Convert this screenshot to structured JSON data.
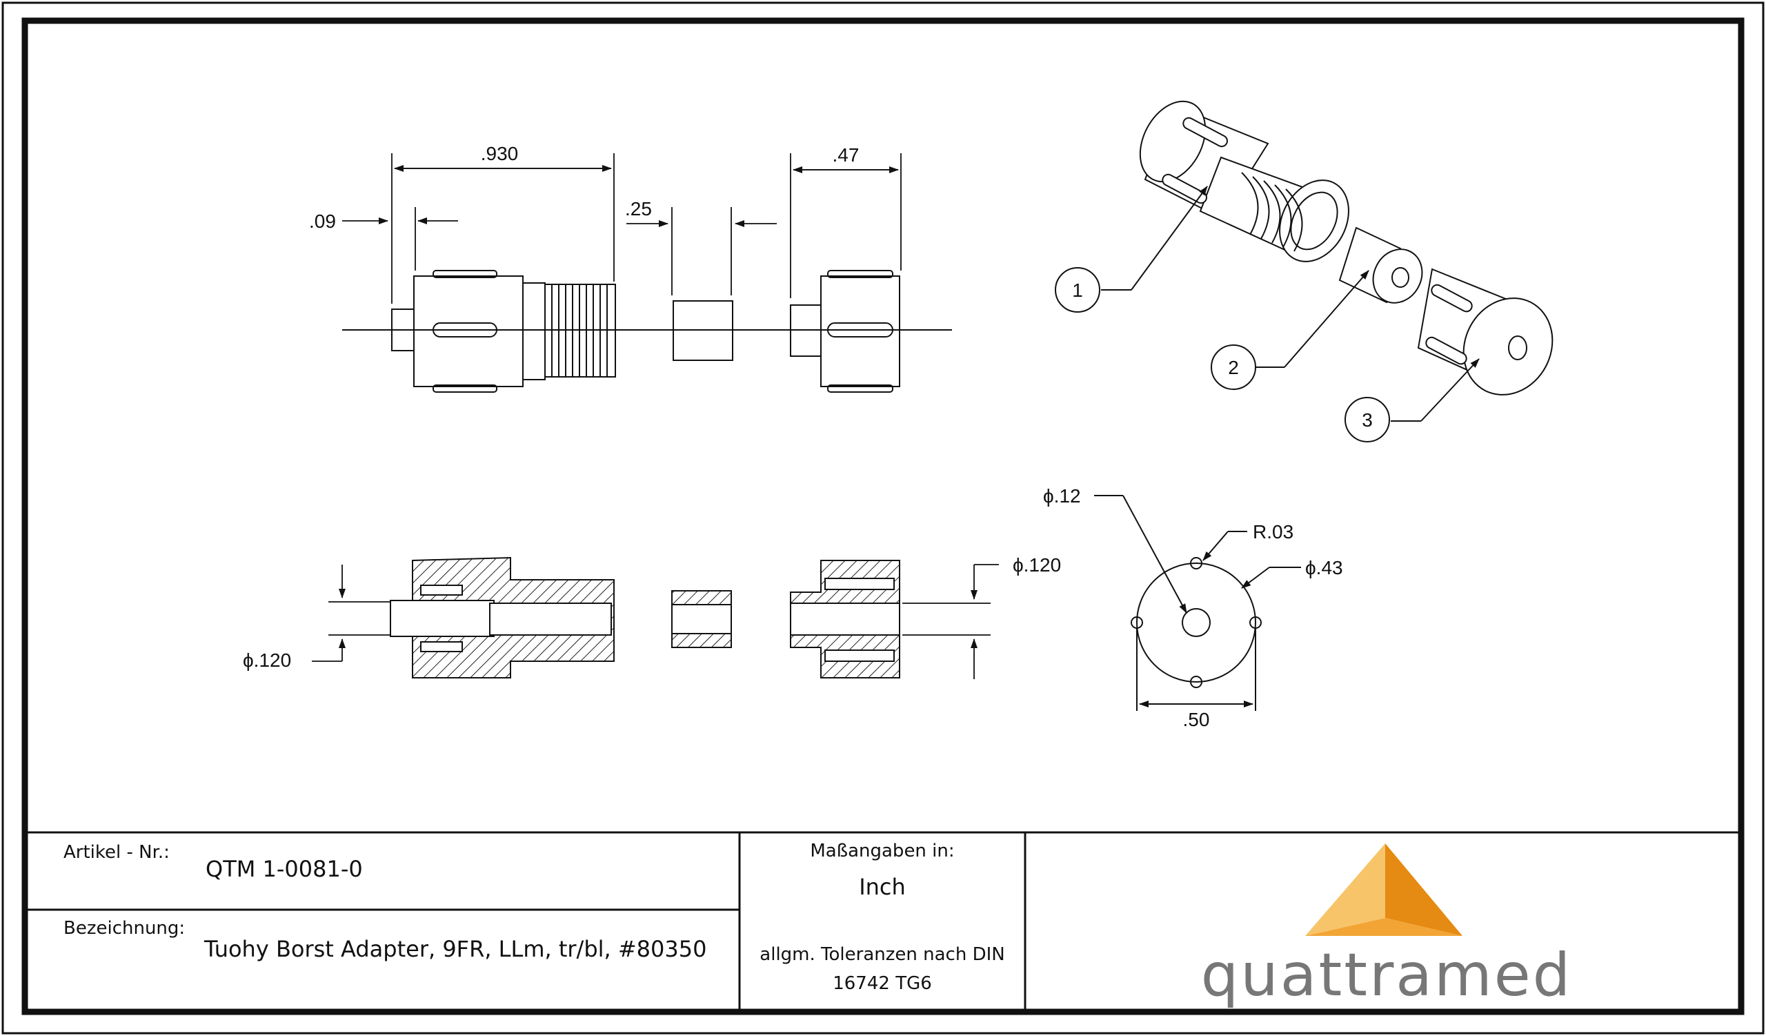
{
  "drawing": {
    "dimensions": {
      "d930": ".930",
      "d09": ".09",
      "d25": ".25",
      "d47": ".47",
      "dia120_left": "ϕ.120",
      "dia120_right": "ϕ.120",
      "dia12": "ϕ.12",
      "r03": "R.03",
      "dia43": "ϕ.43",
      "d50": ".50"
    },
    "balloons": [
      "1",
      "2",
      "3"
    ]
  },
  "title_block": {
    "article_label": "Artikel - Nr.:",
    "article_value": "QTM 1-0081-0",
    "designation_label": "Bezeichnung:",
    "designation_value": "Tuohy Borst Adapter, 9FR, LLm, tr/bl, #80350",
    "units_label": "Maßangaben in:",
    "units_value": "Inch",
    "tolerance_line1": "allgm. Toleranzen nach DIN",
    "tolerance_line2": "16742 TG6",
    "logo_text": "quattramed",
    "logo_colors": {
      "light": "#f7c46a",
      "mid": "#f2a535",
      "dark": "#e58a12",
      "text": "#777777"
    }
  }
}
